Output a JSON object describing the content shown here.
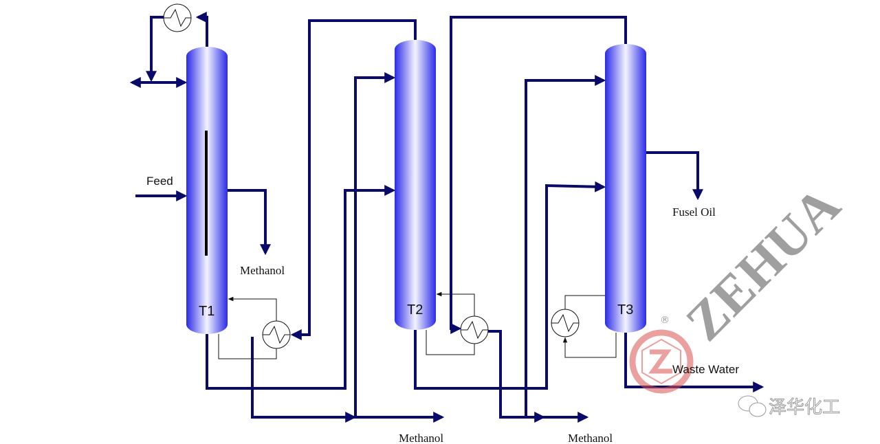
{
  "labels": {
    "feed": "Feed",
    "methanol_t1": "Methanol",
    "methanol_t2": "Methanol",
    "methanol_t3": "Methanol",
    "fusel_oil": "Fusel Oil",
    "waste_water": "Waste Water"
  },
  "columns": [
    {
      "tag": "T1"
    },
    {
      "tag": "T2"
    },
    {
      "tag": "T3"
    }
  ],
  "watermark": {
    "brand": "ZEHUA",
    "registered": "®",
    "wechat_name": "泽华化工"
  },
  "colors": {
    "pipe": "#0a0a6b",
    "column": "#3a3af0",
    "logo": "#d9534f"
  }
}
